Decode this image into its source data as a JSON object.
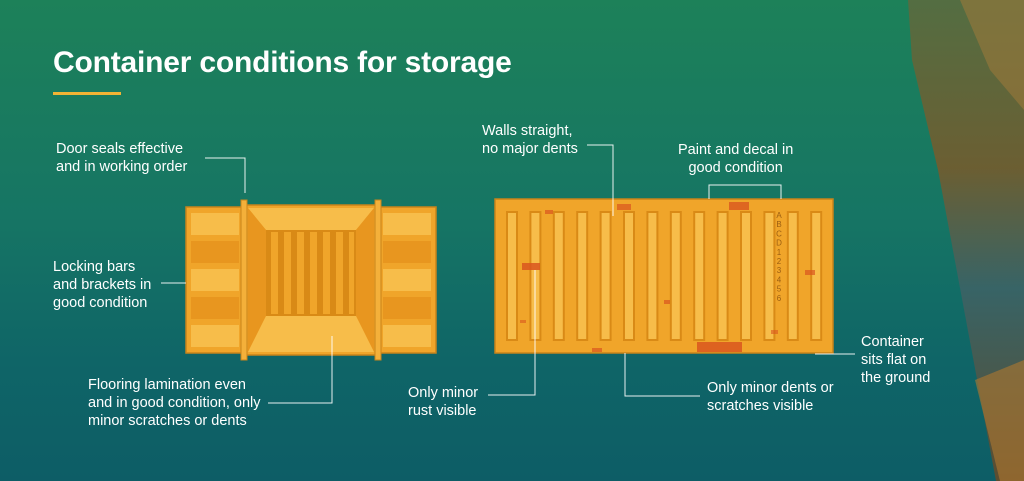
{
  "title": "Container conditions for storage",
  "labels": {
    "door_seals": "Door seals effective\nand in working order",
    "locking_bars": "Locking bars\nand brackets in\ngood condition",
    "flooring": "Flooring lamination even\nand in good condition, only\nminor scratches or dents",
    "walls": "Walls straight,\nno major dents",
    "paint": "Paint and decal in\ngood condition",
    "sits_flat": "Container\nsits flat on\nthe ground",
    "rust": "Only minor\nrust visible",
    "minor_dents": "Only minor dents or\nscratches visible"
  },
  "decal_code": [
    "A",
    "B",
    "C",
    "D",
    "1",
    "2",
    "3",
    "4",
    "5",
    "6"
  ],
  "colors": {
    "container_body": "#f0a52a",
    "container_light": "#f7bd4a",
    "container_dark": "#d98a16",
    "rust": "#d9561f",
    "accent": "#f2b434"
  }
}
